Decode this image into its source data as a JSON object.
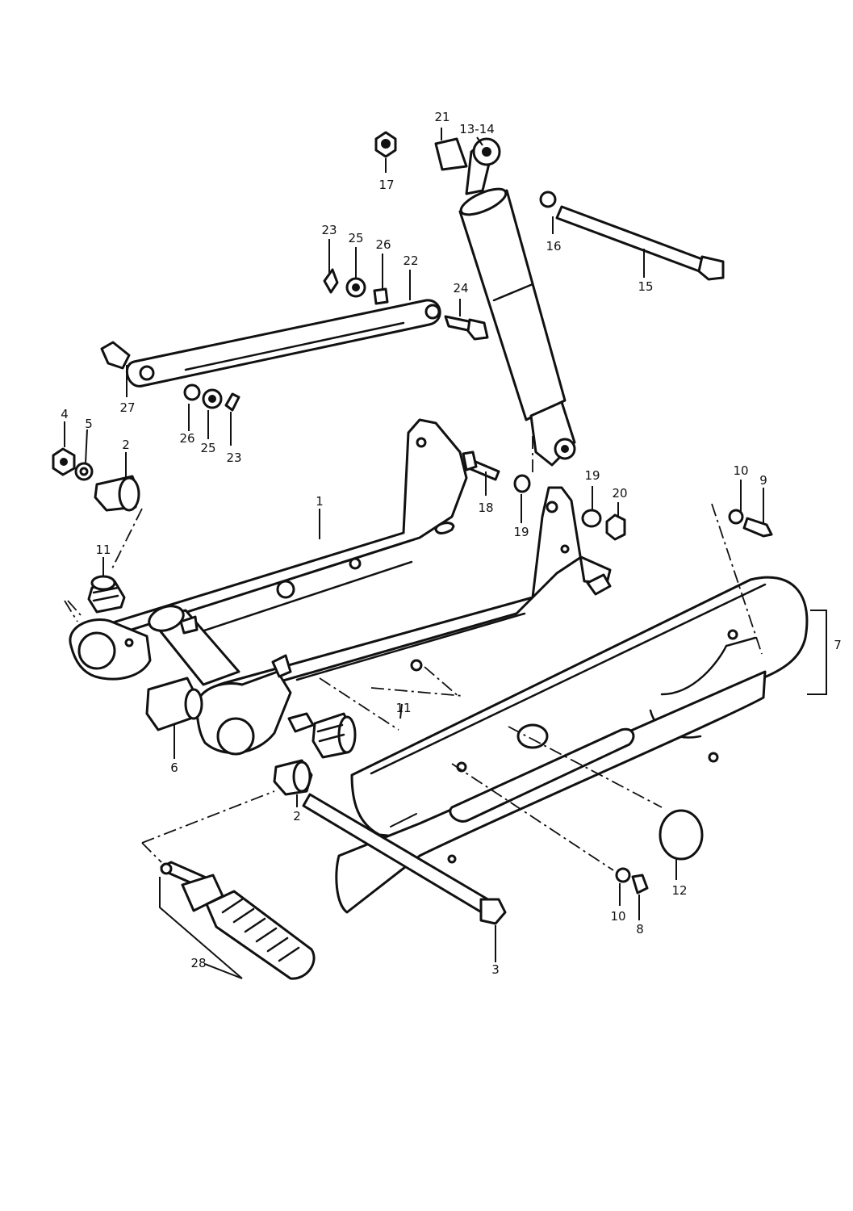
{
  "callouts": [
    {
      "id": "c1",
      "text": "1"
    },
    {
      "id": "c2a",
      "text": "2"
    },
    {
      "id": "c2b",
      "text": "2"
    },
    {
      "id": "c3",
      "text": "3"
    },
    {
      "id": "c4",
      "text": "4"
    },
    {
      "id": "c5",
      "text": "5"
    },
    {
      "id": "c6",
      "text": "6"
    },
    {
      "id": "c7",
      "text": "7"
    },
    {
      "id": "c8",
      "text": "8"
    },
    {
      "id": "c9",
      "text": "9"
    },
    {
      "id": "c10a",
      "text": "10"
    },
    {
      "id": "c10b",
      "text": "10"
    },
    {
      "id": "c11a",
      "text": "11"
    },
    {
      "id": "c11b",
      "text": "11"
    },
    {
      "id": "c12",
      "text": "12"
    },
    {
      "id": "c1314",
      "text": "13-14"
    },
    {
      "id": "c15",
      "text": "15"
    },
    {
      "id": "c16",
      "text": "16"
    },
    {
      "id": "c17",
      "text": "17"
    },
    {
      "id": "c18",
      "text": "18"
    },
    {
      "id": "c19a",
      "text": "19"
    },
    {
      "id": "c19b",
      "text": "19"
    },
    {
      "id": "c20",
      "text": "20"
    },
    {
      "id": "c21",
      "text": "21"
    },
    {
      "id": "c22",
      "text": "22"
    },
    {
      "id": "c23a",
      "text": "23"
    },
    {
      "id": "c23b",
      "text": "23"
    },
    {
      "id": "c24",
      "text": "24"
    },
    {
      "id": "c25a",
      "text": "25"
    },
    {
      "id": "c25b",
      "text": "25"
    },
    {
      "id": "c26a",
      "text": "26"
    },
    {
      "id": "c26b",
      "text": "26"
    },
    {
      "id": "c27",
      "text": "27"
    },
    {
      "id": "c28",
      "text": "28"
    }
  ]
}
